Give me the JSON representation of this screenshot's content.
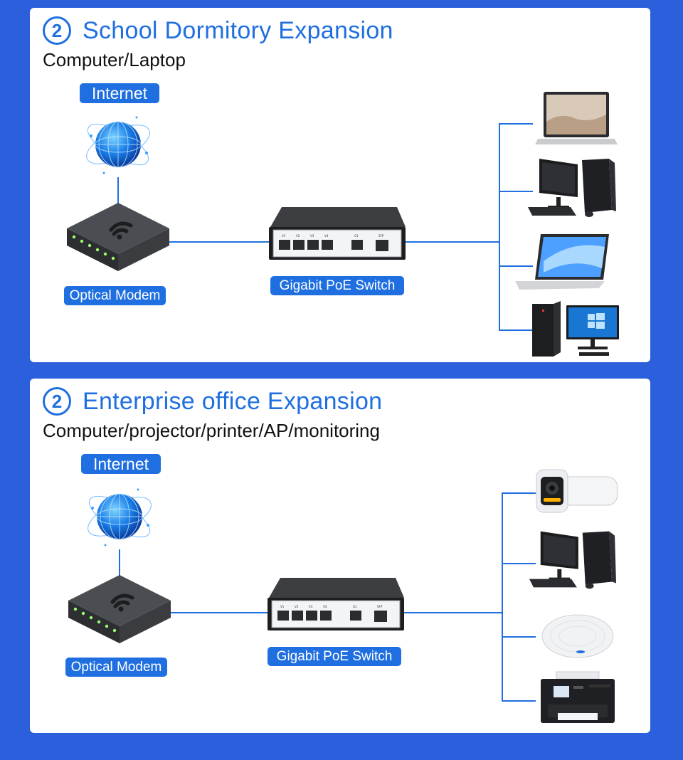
{
  "panels": [
    {
      "number": "2",
      "title": "School Dormitory Expansion",
      "subtitle": "Computer/Laptop",
      "internet_label": "Internet",
      "modem_label": "Optical Modem",
      "switch_label": "Gigabit PoE Switch",
      "switch_port_labels": [
        "V1",
        "V2",
        "V3",
        "V4",
        "G1",
        "SFP"
      ],
      "devices": [
        "laptop-icon",
        "desktop-computer-icon",
        "laptop-icon",
        "tower-pc-icon"
      ]
    },
    {
      "number": "2",
      "title": "Enterprise office Expansion",
      "subtitle": "Computer/projector/printer/AP/monitoring",
      "internet_label": "Internet",
      "modem_label": "Optical Modem",
      "switch_label": "Gigabit PoE Switch",
      "switch_port_labels": [
        "V1",
        "V2",
        "V3",
        "V4",
        "G1",
        "SFP"
      ],
      "devices": [
        "security-camera-icon",
        "desktop-computer-icon",
        "wireless-access-point-icon",
        "printer-icon"
      ]
    }
  ],
  "colors": {
    "background": "#2b5fdc",
    "accent": "#1f6fe0",
    "panel": "#ffffff"
  }
}
